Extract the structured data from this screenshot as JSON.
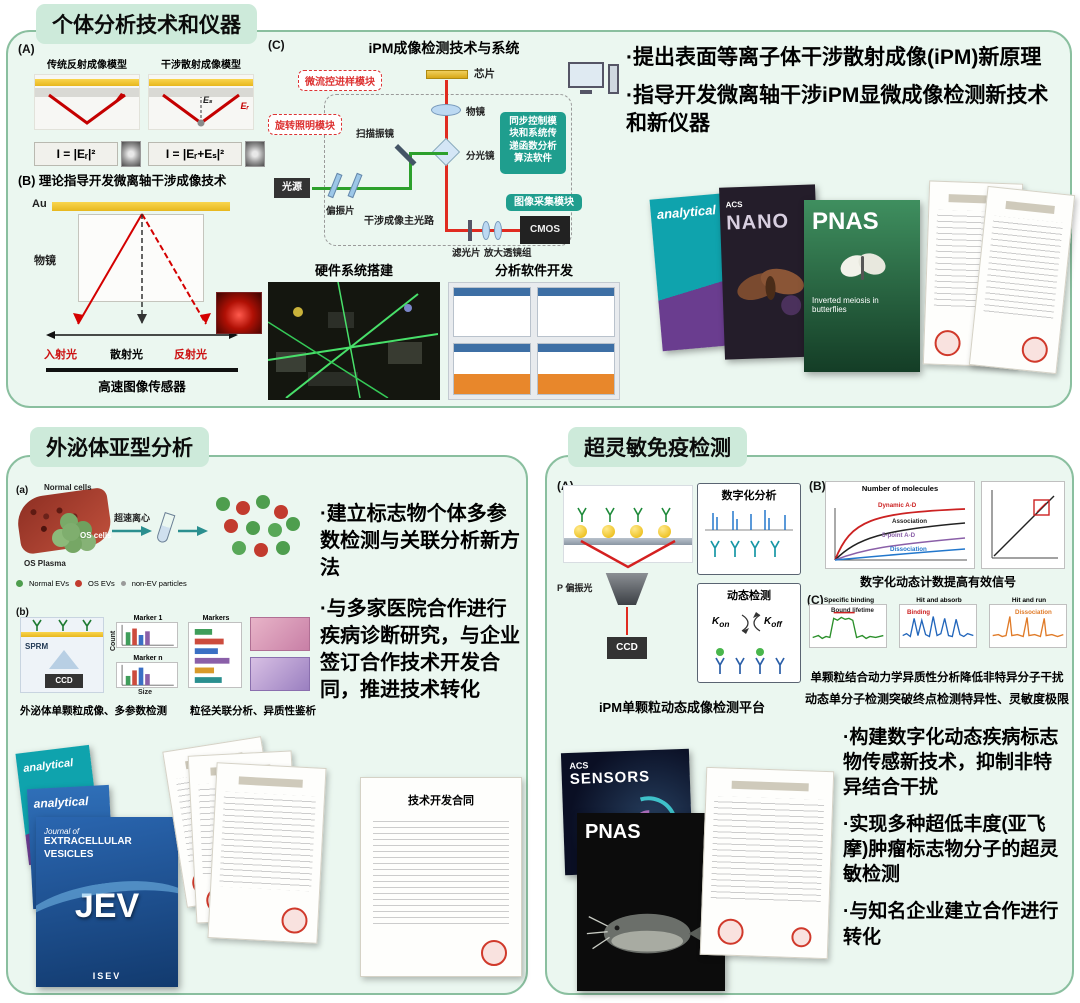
{
  "colors": {
    "panel_bg": "#ebf7f0",
    "panel_border": "#8abf9f",
    "badge_bg": "#cdeada",
    "accent_red": "#cc1111",
    "module_teal": "#1f9e8e",
    "gold": "#e7b71e"
  },
  "top": {
    "title": "个体分析技术和仪器",
    "figA": {
      "label": "(A)",
      "left_title": "传统反射成像模型",
      "right_title": "干涉散射成像模型",
      "es": "Eₛ",
      "er": "Eᵣ",
      "formula_left": "I = |Eᵣ|²",
      "formula_right": "I = |Eᵣ+Eₛ|²"
    },
    "figB": {
      "label": "(B)",
      "title": "理论指导开发微离轴干涉成像技术",
      "au": "Au",
      "objective": "物镜",
      "incident": "入射光",
      "scattered": "散射光",
      "reflected": "反射光",
      "sensor": "高速图像传感器"
    },
    "figC": {
      "label": "(C)",
      "title": "iPM成像检测技术与系统",
      "microfluidic": "微流控进样模块",
      "rotation": "旋转照明模块",
      "chip": "芯片",
      "objective": "物镜",
      "splitter": "分光镜",
      "sync": "同步控制模块和系统传递函数分析算法软件",
      "capture": "图像采集模块",
      "cmos": "CMOS",
      "source": "光源",
      "polarizer": "偏振片",
      "galvo": "扫描振镜",
      "main_path": "干涉成像主光路",
      "filter": "滤光片",
      "lens_group": "放大透镜组",
      "hardware_caption": "硬件系统搭建",
      "software_caption": "分析软件开发"
    },
    "bullets": [
      "·提出表面等离子体干涉散射成像(iPM)新原理",
      "·指导开发微离轴干涉iPM显微成像检测新技术和新仪器"
    ],
    "covers": {
      "analytical": "analytical",
      "acs": "ACS",
      "nano": "NANO",
      "pnas": "PNAS",
      "pnas_sub": "Inverted meiosis in butterflies"
    }
  },
  "left": {
    "title": "外泌体亚型分析",
    "figa": {
      "label": "(a)",
      "normal_cells": "Normal cells",
      "os_cells": "OS cells",
      "os_plasma": "OS Plasma",
      "centrifuge": "超速离心",
      "legend_normal": "Normal EVs",
      "legend_os": "OS EVs",
      "legend_nonev": "non-EV particles"
    },
    "figb": {
      "label": "(b)",
      "sprm": "SPRM",
      "ccd": "CCD",
      "marker1": "Marker 1",
      "markern": "Marker n",
      "markers": "Markers",
      "count": "Count",
      "size": "Size"
    },
    "caption1": "外泌体单颗粒成像、多参数检测",
    "caption2": "粒径关联分析、异质性鉴析",
    "bullets": [
      "·建立标志物个体多参数检测与关联分析新方法",
      "·与多家医院合作进行疾病诊断研究，与企业签订合作技术开发合同，推进技术转化"
    ],
    "covers": {
      "analytical1": "analytical",
      "analytical2": "analytical",
      "jev_line1": "Journal of",
      "jev_line2": "EXTRACELLULAR VESICLES",
      "jev": "JEV",
      "isev": "ISEV",
      "contract": "技术开发合同"
    }
  },
  "right": {
    "title": "超灵敏免疫检测",
    "figA": {
      "label": "(A)",
      "digital": "数字化分析",
      "dynamic": "动态检测",
      "p_pol": "P 偏振光",
      "ccd": "CCD",
      "kon_k": "K",
      "kon_sub": "on",
      "koff_k": "K",
      "koff_sub": "off",
      "caption": "iPM单颗粒动态成像检测平台"
    },
    "figB": {
      "label": "(B)",
      "title": "Number of molecules",
      "c1": "Dynamic A-D",
      "c2": "Association",
      "c3": "5-point A-D",
      "c4": "Dissociation",
      "caption": "数字化动态计数提高有效信号"
    },
    "figC": {
      "label": "(C)",
      "t1": "Specific binding",
      "t2": "Hit and absorb",
      "t3": "Hit and run",
      "s1": "Bound lifetime",
      "s2": "Binding",
      "s3": "Dissociation",
      "caption": "单颗粒结合动力学异质性分析降低非特异分子干扰"
    },
    "caption_main": "动态单分子检测突破终点检测特异性、灵敏度极限",
    "bullets": [
      "·构建数字化动态疾病标志物传感新技术，抑制非特异结合干扰",
      "·实现多种超低丰度(亚飞摩)肿瘤标志物分子的超灵敏检测",
      "·与知名企业建立合作进行转化"
    ],
    "covers": {
      "acs": "ACS",
      "sensors": "SENSORS",
      "pnas": "PNAS"
    }
  }
}
